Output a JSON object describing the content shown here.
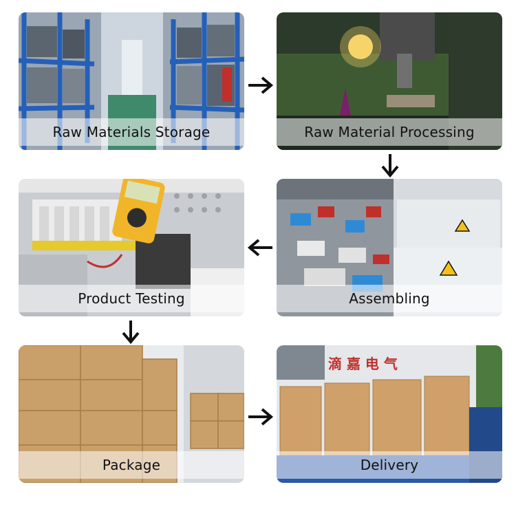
{
  "steps": [
    {
      "label": "Raw Materials Storage"
    },
    {
      "label": "Raw Material Processing"
    },
    {
      "label": "Product Testing"
    },
    {
      "label": "Assembling"
    },
    {
      "label": "Package"
    },
    {
      "label": "Delivery"
    }
  ],
  "sign_text": "滴 嘉 电 气",
  "colors": {
    "arrow": "#111111",
    "caption_bg": "rgba(255,255,255,0.55)"
  }
}
